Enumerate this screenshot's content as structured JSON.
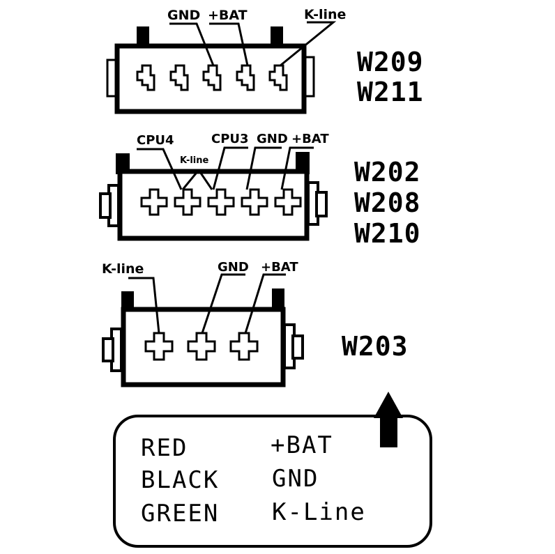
{
  "connectors": [
    {
      "id": "top",
      "models": [
        "W209",
        "W211"
      ],
      "pin_style": "flag",
      "pin_count": 5,
      "pin_labels": [
        "GND",
        "+BAT",
        "K-line"
      ]
    },
    {
      "id": "middle",
      "models": [
        "W202",
        "W208",
        "W210"
      ],
      "pin_style": "cross",
      "pin_count": 5,
      "pin_labels": [
        "CPU4",
        "K-line",
        "CPU3",
        "GND",
        "+BAT"
      ]
    },
    {
      "id": "bottom",
      "models": [
        "W203"
      ],
      "pin_style": "cross",
      "pin_count": 3,
      "pin_labels": [
        "K-line",
        "GND",
        "+BAT"
      ]
    }
  ],
  "legend": {
    "rows": [
      {
        "color": "RED",
        "signal": "+BAT"
      },
      {
        "color": "BLACK",
        "signal": "GND"
      },
      {
        "color": "GREEN",
        "signal": "K-Line"
      }
    ],
    "arrow_icon": "arrow-up-icon"
  },
  "colors": {
    "ink": "#000000",
    "background": "#ffffff"
  }
}
